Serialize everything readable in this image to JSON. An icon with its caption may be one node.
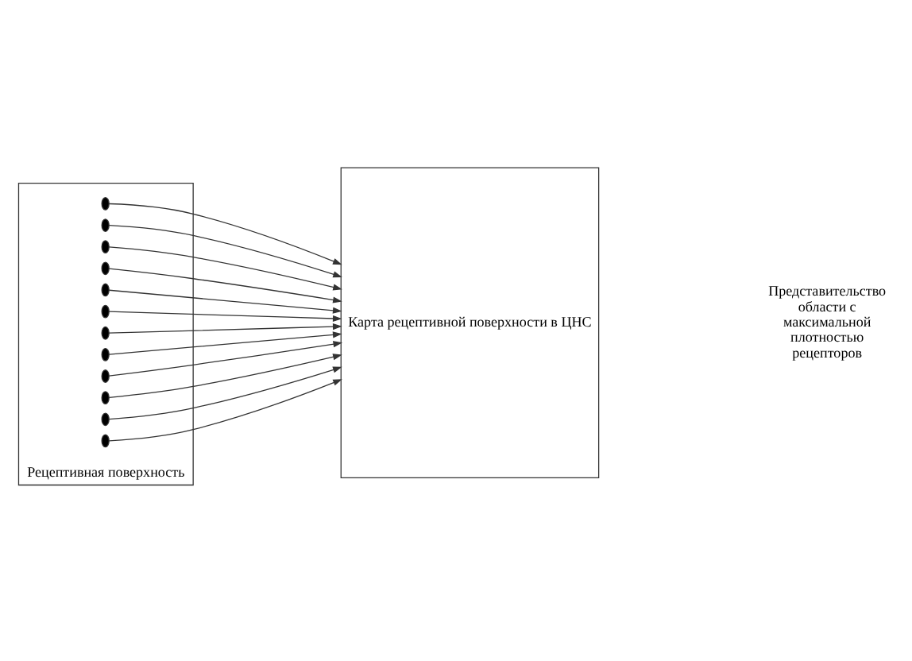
{
  "diagram": {
    "nodes": [
      {
        "text": [
          "Рецептивная поверхность"
        ]
      },
      {
        "text": [],
        "shape": "circle",
        "in": 0
      },
      {
        "text": [],
        "shape": "circle",
        "in": 0
      },
      {
        "text": [],
        "shape": "circle",
        "in": 0
      },
      {
        "text": [],
        "shape": "circle",
        "in": 0
      },
      {
        "text": [],
        "shape": "circle",
        "in": 0
      },
      {
        "text": [],
        "shape": "circle",
        "in": 0
      },
      {
        "text": [],
        "shape": "circle",
        "in": 0
      },
      {
        "text": [],
        "shape": "circle",
        "in": 0
      },
      {
        "text": [],
        "shape": "circle",
        "in": 0
      },
      {
        "text": [],
        "shape": "circle",
        "in": 0
      },
      {
        "text": [],
        "shape": "circle",
        "in": 0
      },
      {
        "text": [],
        "shape": "circle",
        "in": 0
      },
      {
        "text": [
          "Карта рецептивной поверхности в ЦНС"
        ]
      }
    ],
    "edges": [
      {
        "from": 1,
        "to": 13,
        "arrow": "to"
      },
      {
        "from": 2,
        "to": 13,
        "arrow": "to"
      },
      {
        "from": 3,
        "to": 13,
        "arrow": "to"
      },
      {
        "from": 4,
        "to": 13,
        "arrow": "to"
      },
      {
        "from": 5,
        "to": 13,
        "arrow": "to"
      },
      {
        "from": 6,
        "to": 13,
        "arrow": "to"
      },
      {
        "from": 7,
        "to": 13,
        "arrow": "to"
      },
      {
        "from": 8,
        "to": 13,
        "arrow": "to"
      },
      {
        "from": 9,
        "to": 13,
        "arrow": "to"
      },
      {
        "from": 10,
        "to": 13,
        "arrow": "to"
      },
      {
        "from": 11,
        "to": 13,
        "arrow": "to"
      },
      {
        "from": 12,
        "to": 13,
        "arrow": "to"
      }
    ],
    "labels": [
      "Представительство области с максимальной плотностью рецепторов"
    ]
  }
}
